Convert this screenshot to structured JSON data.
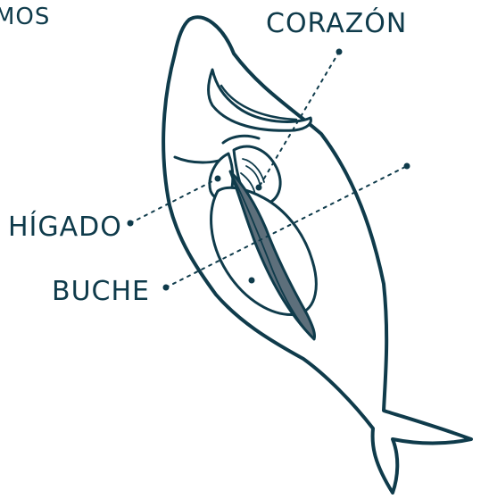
{
  "colors": {
    "ink": "#0f3b4b",
    "organ_fill": "#5d6f7b",
    "background": "#ffffff"
  },
  "labels": {
    "gills": "MOS",
    "heart": "CORAZÓN",
    "liver": "HÍGADO",
    "crop": "BUCHE"
  }
}
